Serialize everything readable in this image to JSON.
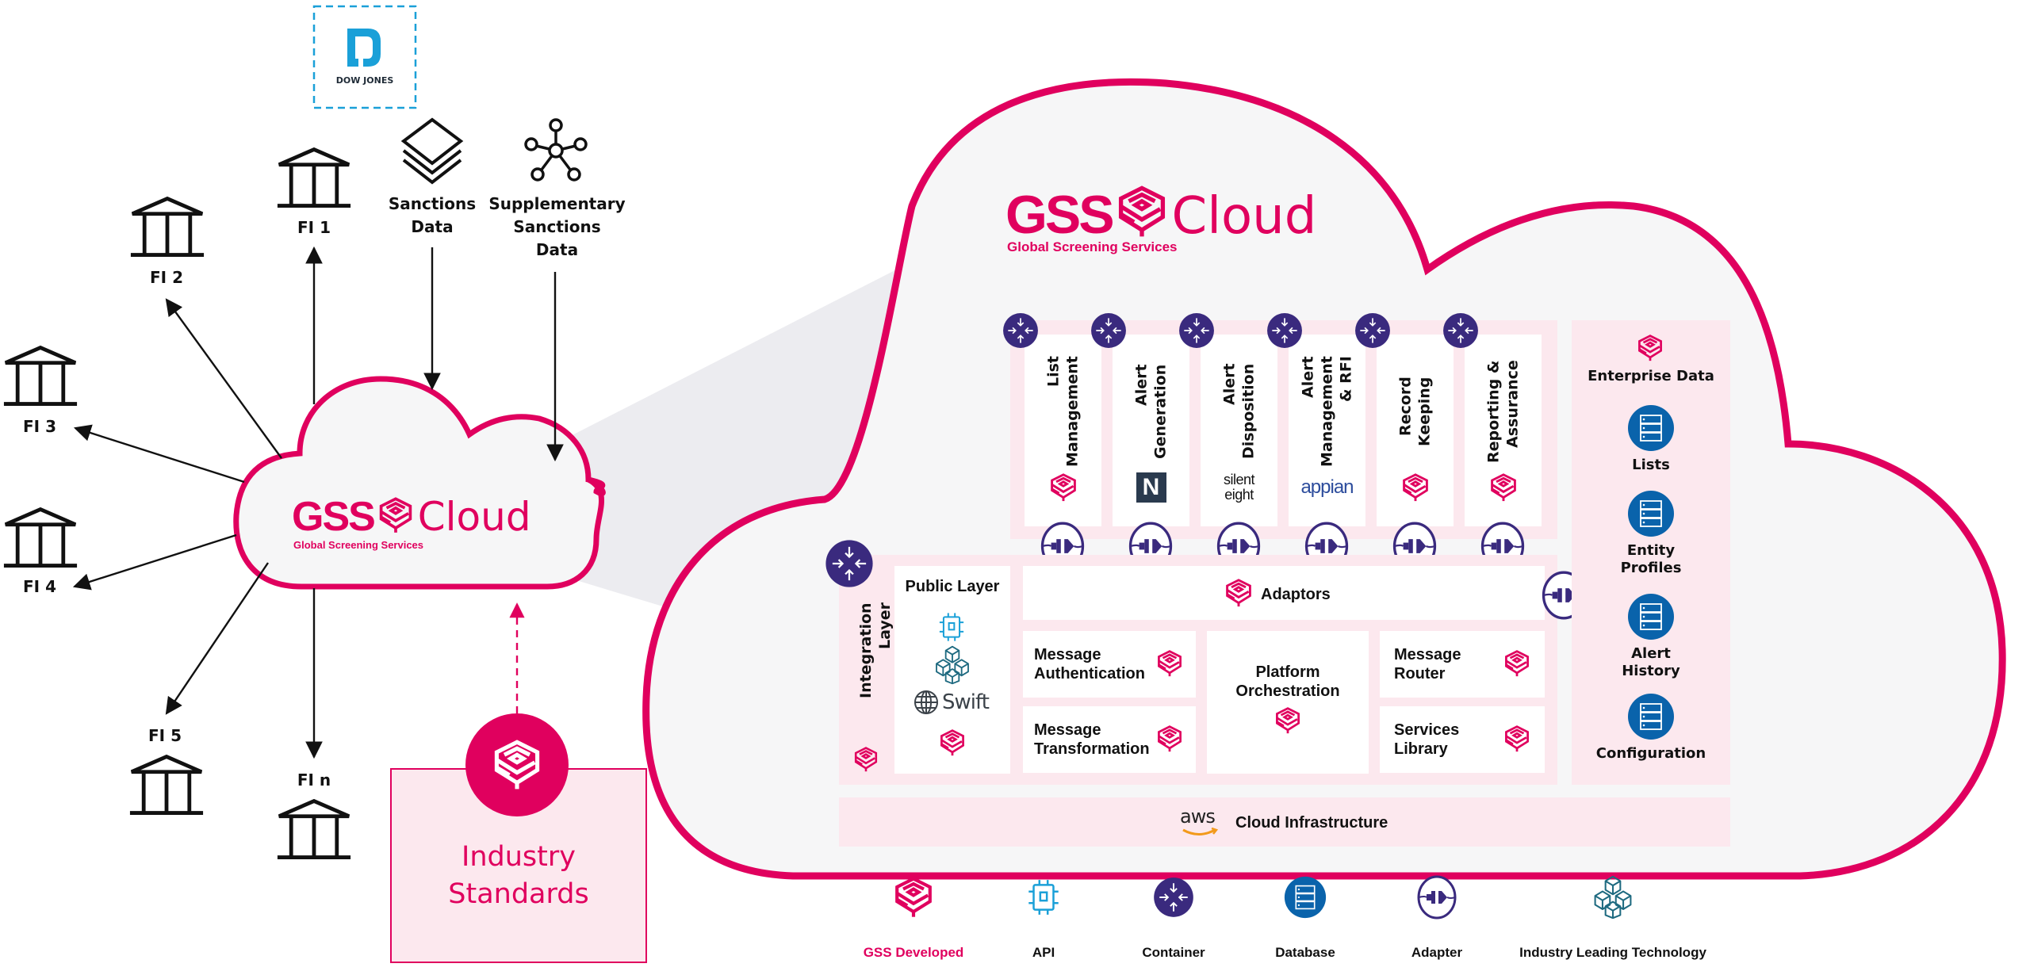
{
  "colors": {
    "brand_pink": "#e0005e",
    "pink_fill": "#fce8ee",
    "container_purple": "#3a2a7e",
    "database_blue": "#0a63ab",
    "api_cyan": "#1aa0d8",
    "dow_jones_blue": "#1aa0d8",
    "industry_teal": "#1e6a80",
    "cloud_fill": "#f6f6f7",
    "aws_orange": "#f29a1b"
  },
  "sources": {
    "dow_jones": {
      "label": "DOW JONES",
      "icon": "dow-jones-logo"
    },
    "sanctions_data": {
      "label": "Sanctions\nData",
      "icon": "layers-icon"
    },
    "supplementary": {
      "label": "Supplementary\nSanctions\nData",
      "icon": "network-hub-icon"
    }
  },
  "institutions": [
    {
      "id": "fi1",
      "label": "FI 1"
    },
    {
      "id": "fi2",
      "label": "FI 2"
    },
    {
      "id": "fi3",
      "label": "FI 3"
    },
    {
      "id": "fi4",
      "label": "FI 4"
    },
    {
      "id": "fi5",
      "label": "FI 5"
    },
    {
      "id": "fin",
      "label": "FI n"
    }
  ],
  "small_cloud": {
    "brand": "GSS",
    "word": "Cloud",
    "tagline": "Global Screening Services"
  },
  "industry_standards": {
    "label": "Industry\nStandards"
  },
  "big_cloud": {
    "brand": "GSS",
    "word": "Cloud",
    "tagline": "Global Screening Services",
    "modules": [
      {
        "label": "List\nManagement",
        "vendor": "gss",
        "vendor_text": ""
      },
      {
        "label": "Alert\nGeneration",
        "vendor": "n-logo",
        "vendor_text": "N"
      },
      {
        "label": "Alert\nDisposition",
        "vendor": "silent-eight",
        "vendor_text": "silent\neight"
      },
      {
        "label": "Alert\nManagement\n& RFI",
        "vendor": "appian",
        "vendor_text": "appian"
      },
      {
        "label": "Record\nKeeping",
        "vendor": "gss",
        "vendor_text": ""
      },
      {
        "label": "Reporting &\nAssurance",
        "vendor": "gss",
        "vendor_text": ""
      }
    ],
    "integration_layer": "Integration Layer",
    "public_layer": {
      "title": "Public Layer",
      "swift": "Swift"
    },
    "adaptors": "Adaptors",
    "message_authentication": "Message\nAuthentication",
    "message_transformation": "Message\nTransformation",
    "platform_orchestration": "Platform\nOrchestration",
    "message_router": "Message\nRouter",
    "services_library": "Services\nLibrary",
    "enterprise_data": {
      "title": "Enterprise Data",
      "items": [
        "Lists",
        "Entity\nProfiles",
        "Alert\nHistory",
        "Configuration"
      ]
    },
    "cloud_infrastructure": {
      "aws": "aws",
      "label": "Cloud Infrastructure"
    }
  },
  "legend": [
    {
      "icon": "gss-developed-icon",
      "label": "GSS Developed"
    },
    {
      "icon": "api-icon",
      "label": "API"
    },
    {
      "icon": "container-icon",
      "label": "Container"
    },
    {
      "icon": "database-icon",
      "label": "Database"
    },
    {
      "icon": "adapter-icon",
      "label": "Adapter"
    },
    {
      "icon": "industry-tech-icon",
      "label": "Industry Leading Technology"
    }
  ]
}
